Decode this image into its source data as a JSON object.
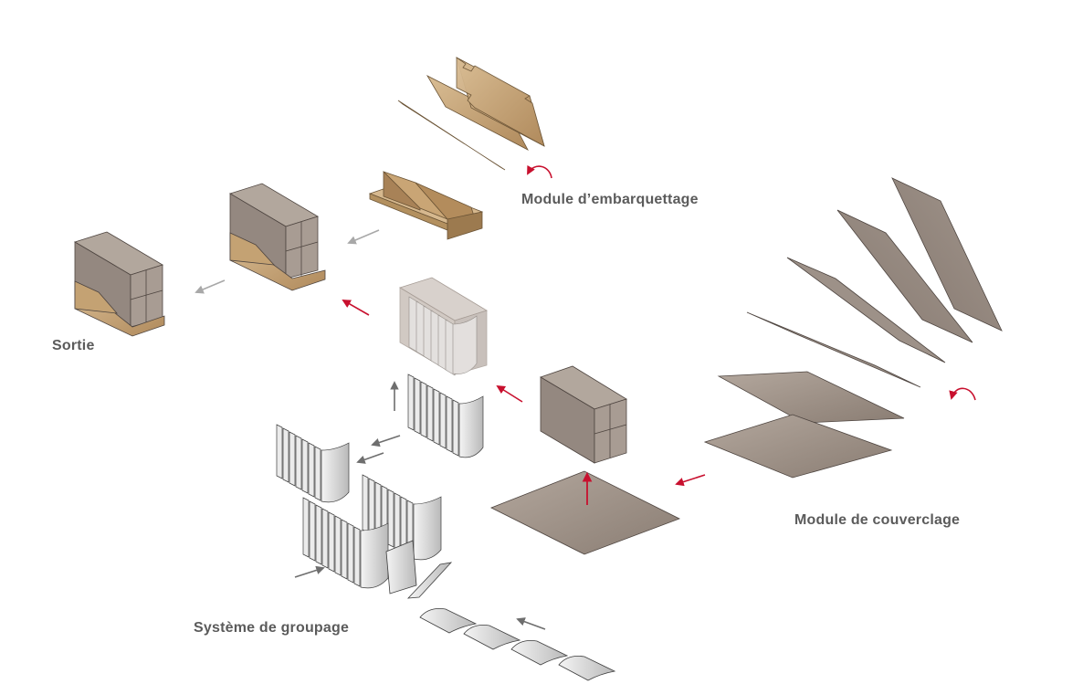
{
  "labels": {
    "embarquettage": "Module d’embarquettage",
    "couverclage": "Module de couverclage",
    "sortie": "Sortie",
    "groupage": "Système de groupage"
  },
  "colors": {
    "kraft": "#c8a67a",
    "kraft_dark": "#a8865a",
    "taupe": "#9a8e84",
    "taupe_dark": "#7d7068",
    "box_top": "#b1a69d",
    "box_front": "#8e827a",
    "box_side": "#a59a91",
    "tray_silver": "#d7d7d7",
    "arrow_process": "#c8102e",
    "arrow_flow": "#8a8a8a",
    "label_text": "#5b5b5b"
  },
  "icons": {
    "rotate": "rotate-arrow-icon",
    "flow": "flow-arrow-icon"
  }
}
